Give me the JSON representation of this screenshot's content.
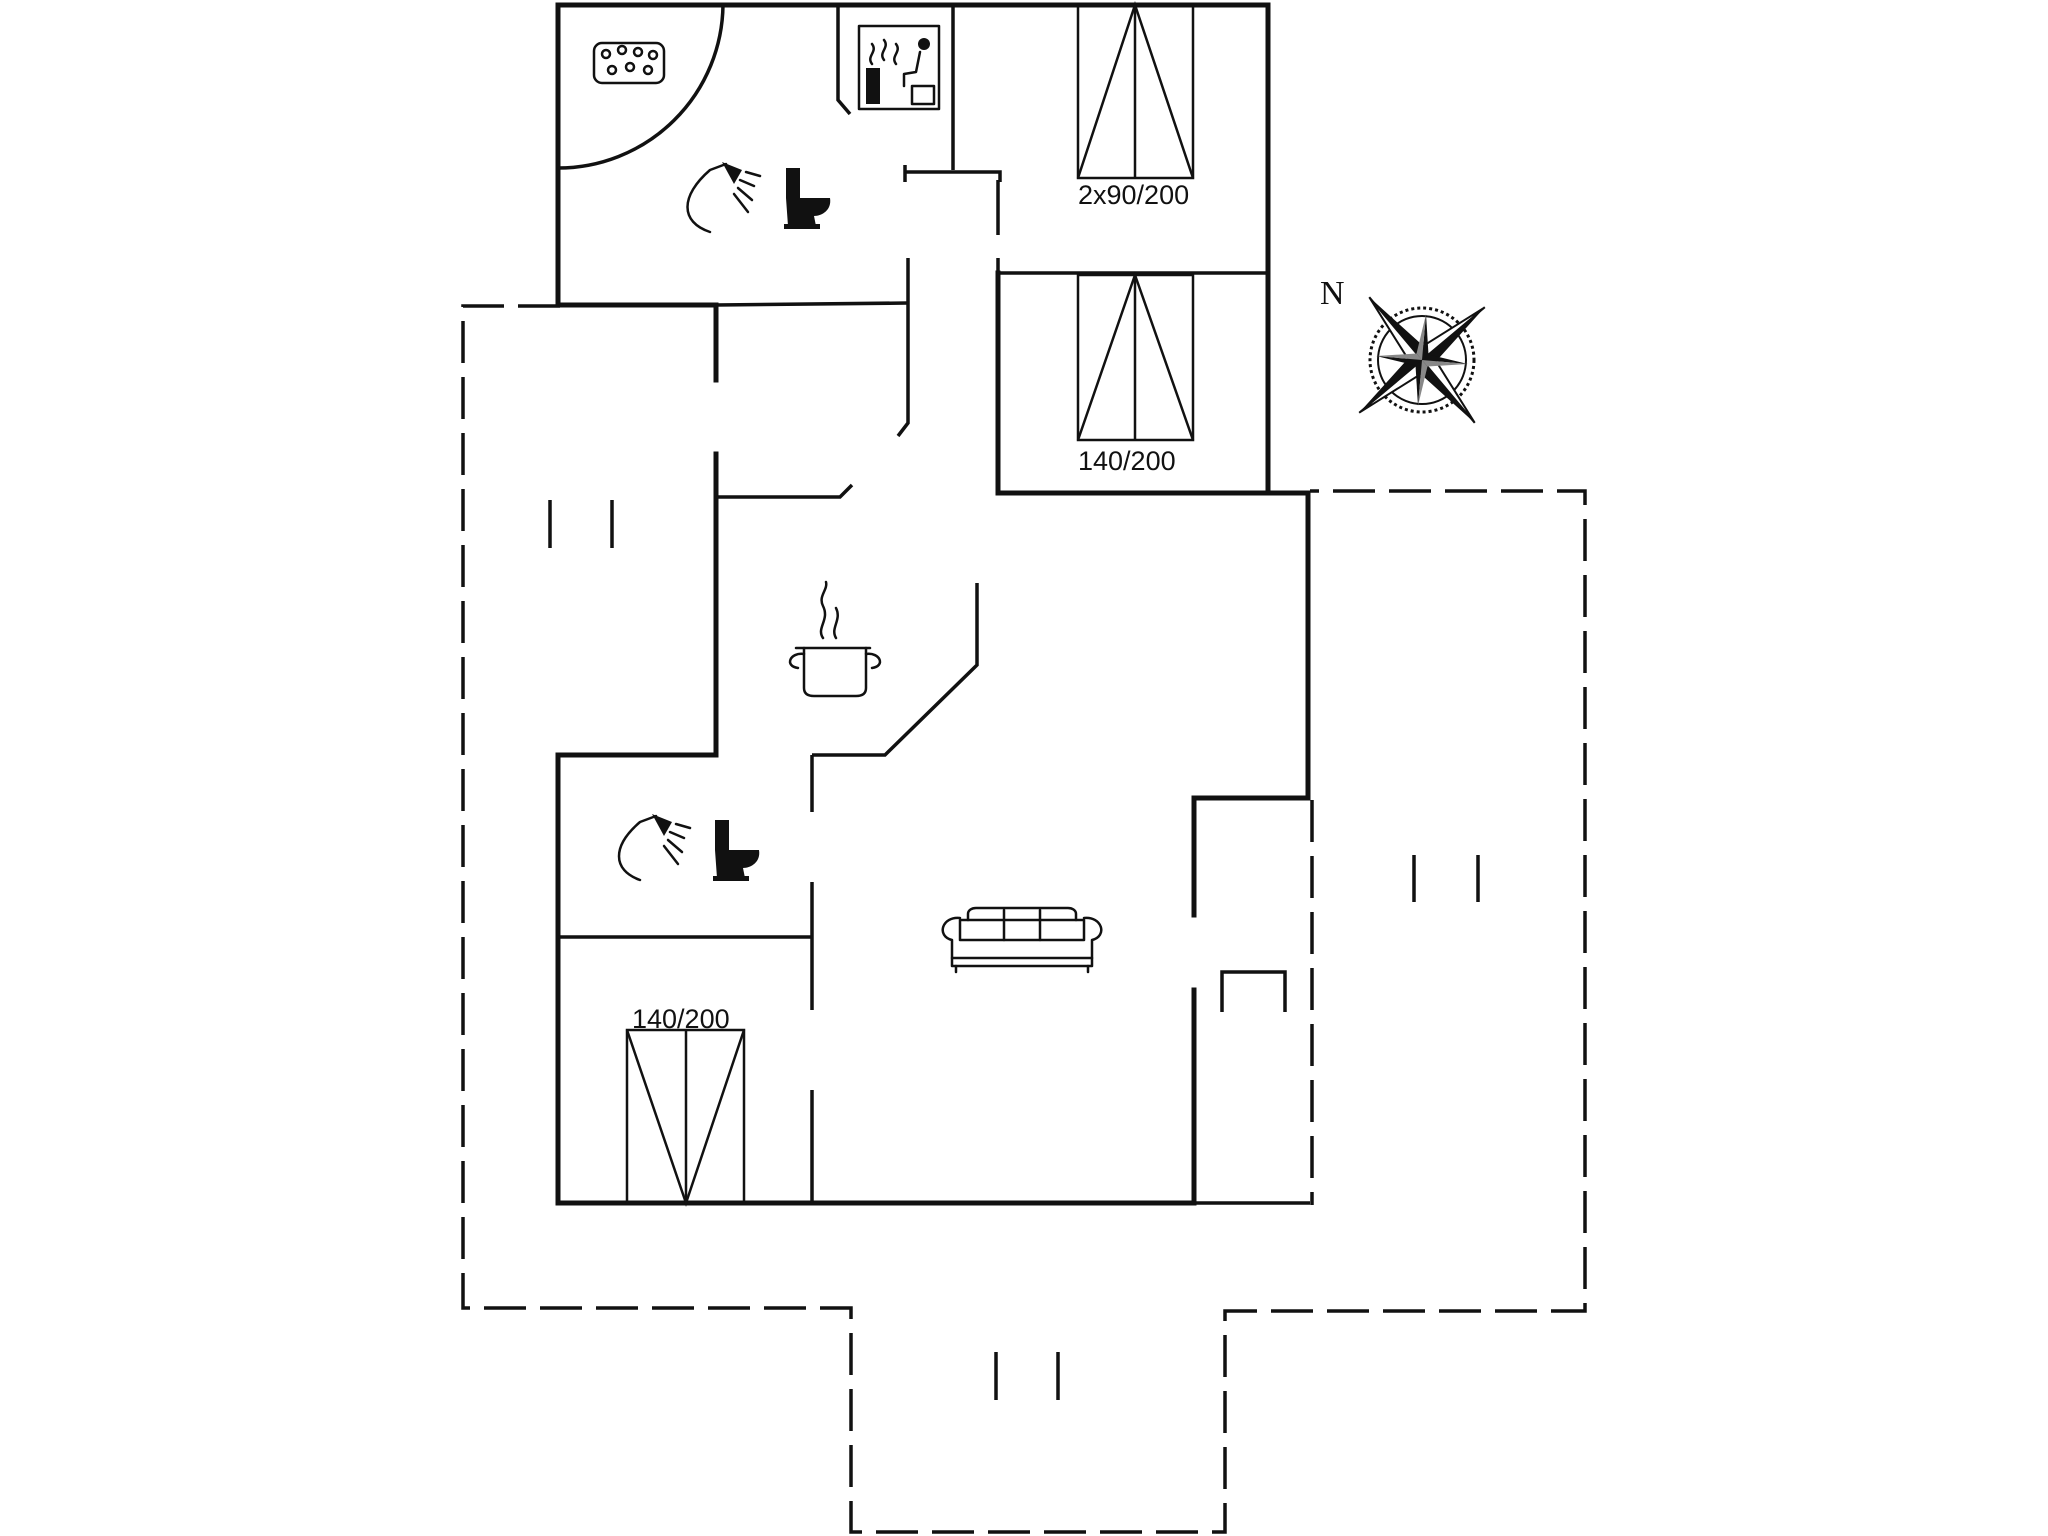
{
  "floorplan": {
    "north_label": "N",
    "bed_labels": {
      "bedroom_top_right": "2x90/200",
      "bedroom_mid_right": "140/200",
      "bedroom_bottom_left": "140/200"
    },
    "room_icons": [
      "whirlpool-icon",
      "sauna-icon",
      "shower-icon",
      "toilet-icon",
      "cooking-pot-icon",
      "sofa-icon",
      "compass-rose-icon"
    ]
  }
}
